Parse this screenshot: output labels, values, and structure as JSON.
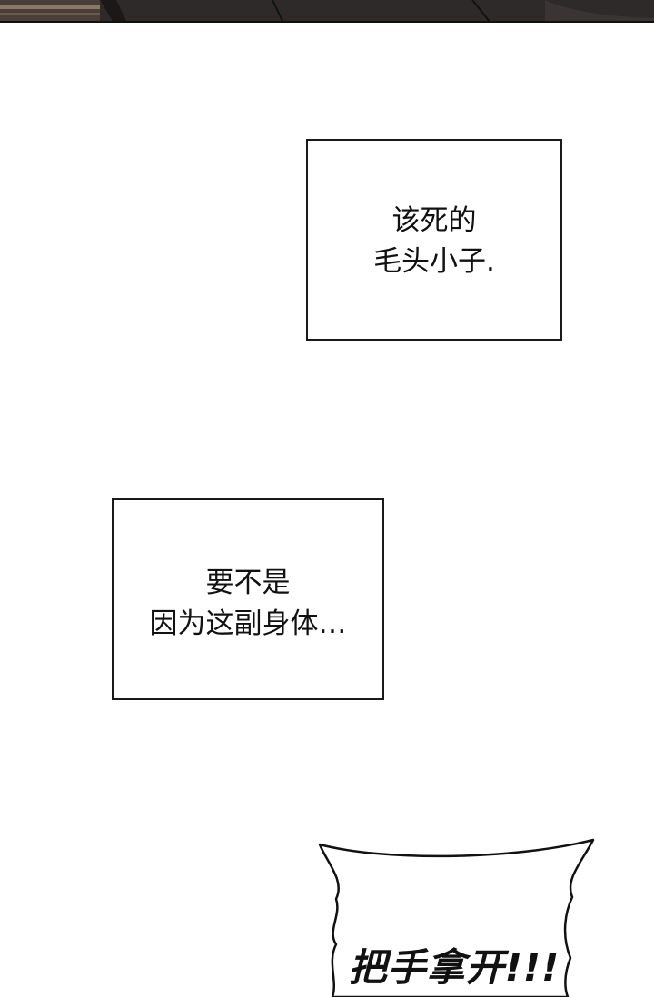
{
  "panels": [
    {
      "lines": [
        "该死的",
        "毛头小子."
      ]
    },
    {
      "lines": [
        "要不是",
        "因为这副身体…"
      ]
    }
  ],
  "shout": {
    "text": "把手拿开!!!"
  },
  "colors": {
    "ink": "#111111",
    "artwork_dark": "#2a2626",
    "artwork_brown": "#6b5a4a"
  }
}
